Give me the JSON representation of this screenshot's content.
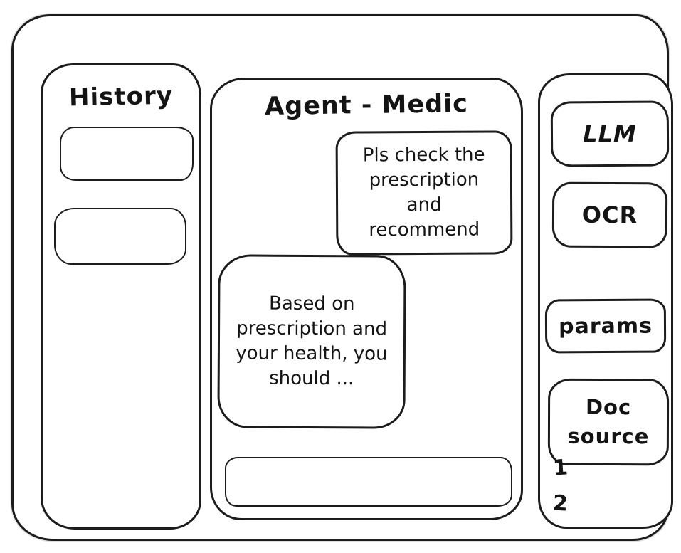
{
  "history_panel": {
    "title": "History"
  },
  "chat_panel": {
    "title": "Agent - Medic",
    "messages": [
      {
        "role": "user",
        "text": "Pls check the prescription and recommend"
      },
      {
        "role": "assistant",
        "text": "Based on prescription and your health, you should ..."
      }
    ],
    "input": {
      "value": "",
      "placeholder": ""
    }
  },
  "tools_panel": {
    "buttons": [
      {
        "label": "LLM"
      },
      {
        "label": "OCR"
      },
      {
        "label": "params"
      },
      {
        "label": "Doc source"
      }
    ],
    "doc_source_items": [
      "1",
      "2"
    ]
  },
  "colors": {
    "stroke": "#1c1c1c",
    "background": "#ffffff",
    "text": "#141414"
  }
}
